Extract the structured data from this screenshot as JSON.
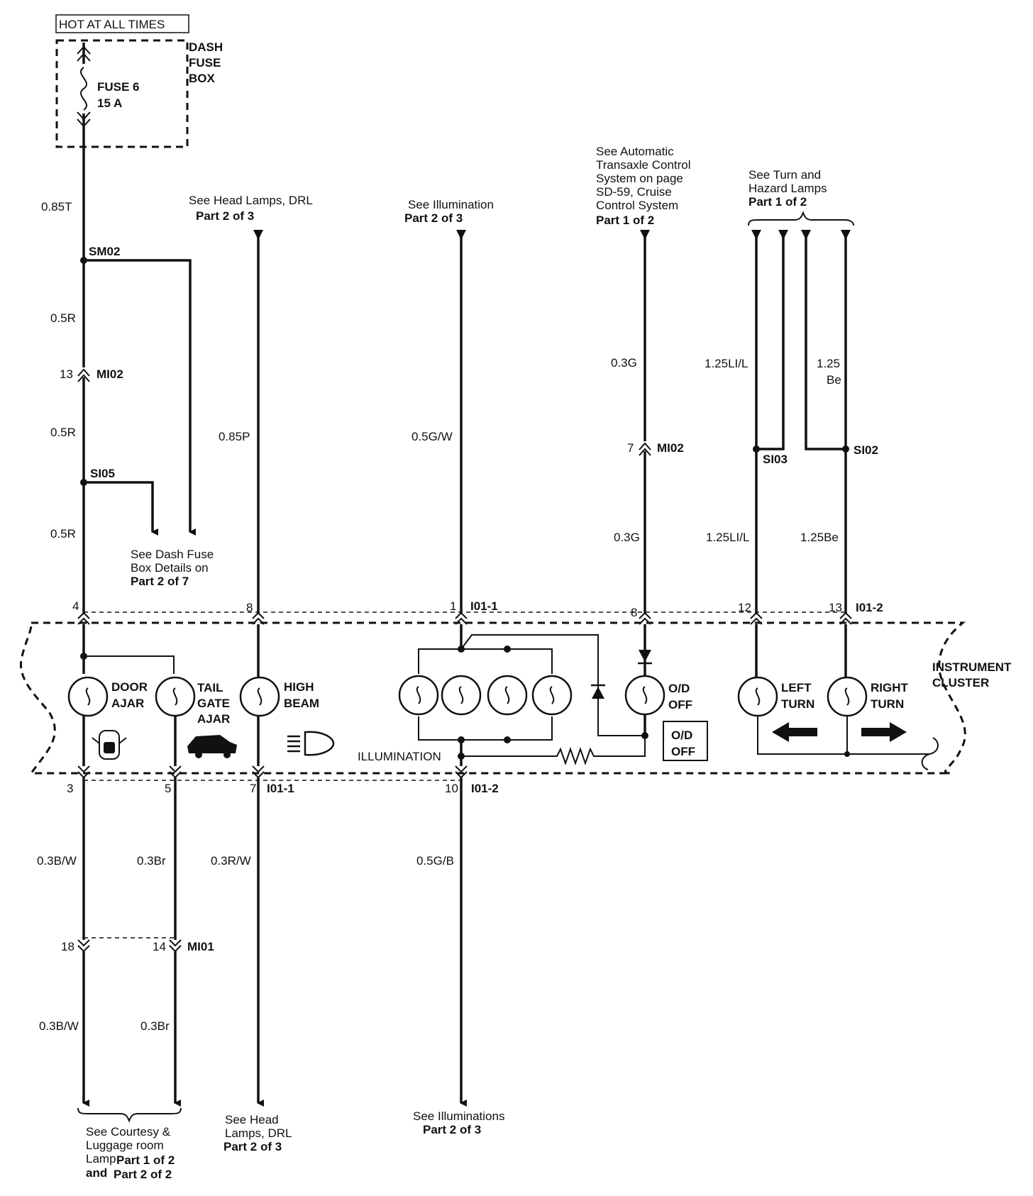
{
  "labels": {
    "hot_at_all_times": "HOT AT ALL TIMES",
    "dash_fuse_box": [
      "DASH",
      "FUSE",
      "BOX"
    ],
    "fuse": [
      "FUSE 6",
      "15 A"
    ],
    "wire_085T": "0.85T",
    "sm02": "SM02",
    "wire_05R_1": "0.5R",
    "pin_13": "13",
    "mi02_a": "MI02",
    "wire_05R_2": "0.5R",
    "si05": "SI05",
    "wire_05R_3": "0.5R",
    "see_dash_fuse": [
      "See Dash Fuse",
      "Box Details on",
      "Part 2 of 7"
    ],
    "see_head_lamps_top": [
      "See Head Lamps, DRL",
      "Part 2 of 3"
    ],
    "wire_085P": "0.85P",
    "see_illumination_top": [
      "See Illumination",
      "Part 2 of 3"
    ],
    "wire_05GW": "0.5G/W",
    "see_atcs": [
      "See Automatic",
      "Transaxle Control",
      "System on page",
      "SD-59, Cruise",
      "Control System",
      "Part 1 of 2"
    ],
    "wire_03G_1": "0.3G",
    "pin_7_mi02": "7",
    "mi02_b": "MI02",
    "wire_03G_2": "0.3G",
    "see_turn": [
      "See Turn and",
      "Hazard Lamps",
      "Part 1 of 2"
    ],
    "wire_125LIL_1": "1.25LI/L",
    "wire_125Be_1": [
      "1.25",
      "Be"
    ],
    "si03": "SI03",
    "si02": "SI02",
    "wire_125LIL_2": "1.25LI/L",
    "wire_125Be_2": "1.25Be",
    "pin_4": "4",
    "pin_8a": "8",
    "pin_1": "1",
    "i01_1_top": "I01-1",
    "pin_8b": "8",
    "pin_12": "12",
    "pin_13b": "13",
    "i01_2_top": "I01-2",
    "instrument_cluster": [
      "INSTRUMENT",
      "CLUSTER"
    ],
    "door_ajar": [
      "DOOR",
      "AJAR"
    ],
    "tail_gate_ajar": [
      "TAIL",
      "GATE",
      "AJAR"
    ],
    "high_beam": [
      "HIGH",
      "BEAM"
    ],
    "od_off_lamp": [
      "O/D",
      "OFF"
    ],
    "od_off_box": [
      "O/D",
      "OFF"
    ],
    "left_turn": [
      "LEFT",
      "TURN"
    ],
    "right_turn": [
      "RIGHT",
      "TURN"
    ],
    "illumination": "ILLUMINATION",
    "pin_3": "3",
    "pin_5": "5",
    "pin_7": "7",
    "i01_1_bottom": "I01-1",
    "pin_10": "10",
    "i01_2_bottom": "I01-2",
    "wire_03BW_1": "0.3B/W",
    "wire_03Br_1": "0.3Br",
    "wire_03RW": "0.3R/W",
    "wire_05GB": "0.5G/B",
    "pin_18": "18",
    "pin_14": "14",
    "mi01": "MI01",
    "wire_03BW_2": "0.3B/W",
    "wire_03Br_2": "0.3Br",
    "see_courtesy": [
      "See Courtesy &",
      "Luggage room",
      "Lamp",
      "Part 1 of 2",
      "and",
      "Part 2 of 2"
    ],
    "see_head_lamps_bottom": [
      "See Head",
      "Lamps, DRL",
      "Part 2 of 3"
    ],
    "see_illuminations_bottom": [
      "See Illuminations",
      "Part 2 of 3"
    ]
  },
  "icons": [
    "door-ajar-car-icon",
    "tail-gate-car-icon",
    "high-beam-icon",
    "left-arrow-icon",
    "right-arrow-icon"
  ]
}
